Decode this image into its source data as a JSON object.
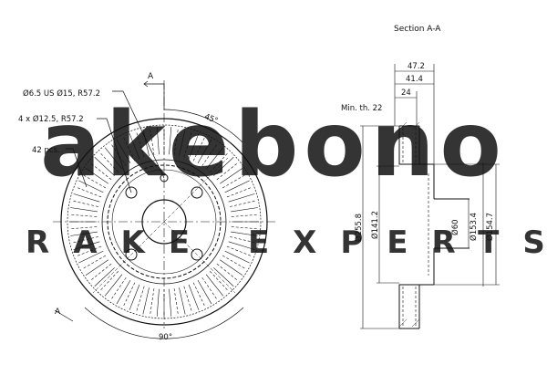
{
  "watermark": {
    "brand": "akebono",
    "tagline": "BRAKE EXPERTS",
    "color": "#c8c8c8"
  },
  "front_view": {
    "section_mark_top": "A",
    "section_mark_bottom": "A",
    "callout_hole": "Ø6.5 US Ø15, R57.2",
    "callout_bolts": "4 x Ø12.5, R57.2",
    "callout_vanes": "42 pcs.",
    "angle_top": "45°",
    "angle_bottom": "90°"
  },
  "section_view": {
    "title": "Section A-A",
    "min_thickness": "Min. th. 22",
    "dim_472": "47.2",
    "dim_414": "41.4",
    "dim_24": "24",
    "dia_2558": "Ø255.8",
    "dia_1412": "Ø141.2",
    "dia_60": "Ø60",
    "dia_1534": "Ø153.4",
    "dia_1547": "Ø154.7"
  }
}
